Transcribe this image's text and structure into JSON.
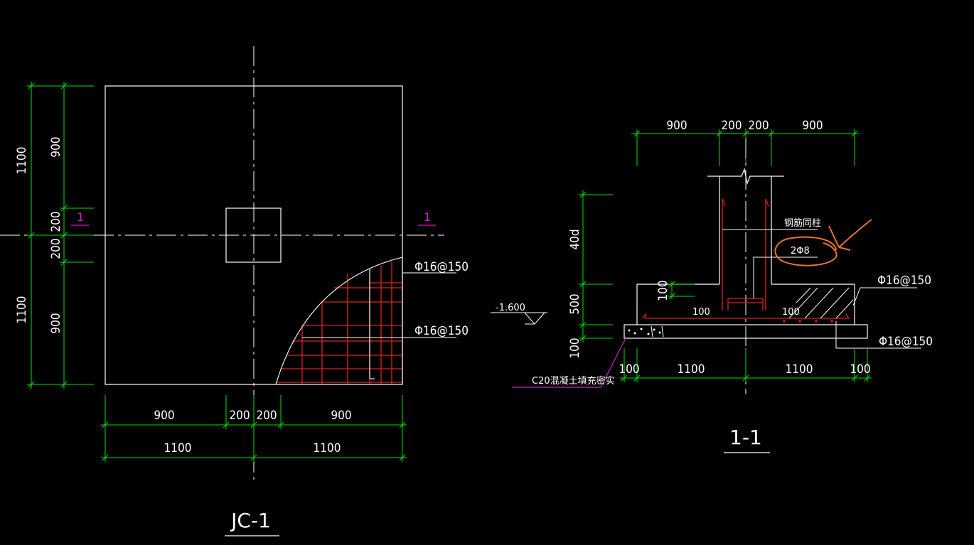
{
  "colors": {
    "background": "#000000",
    "outline": "#ffffff",
    "dimension": "#00e000",
    "rebar": "#e02020",
    "section_mark": "#d020d0",
    "annotation": "#f07030"
  },
  "plan": {
    "title": "JC-1",
    "section_mark_left": "1",
    "section_mark_right": "1",
    "rebar_label_top": "Φ16@150",
    "rebar_label_bottom": "Φ16@150",
    "dims_left_outer_top": "1100",
    "dims_left_outer_bottom": "1100",
    "dims_left_inner": [
      "900",
      "200",
      "200",
      "900"
    ],
    "dims_bottom_inner": [
      "900",
      "200",
      "200",
      "900"
    ],
    "dims_bottom_outer": [
      "1100",
      "1100"
    ]
  },
  "section": {
    "title": "1-1",
    "dims_top": [
      "900",
      "200",
      "200",
      "900"
    ],
    "dims_left": [
      "40d",
      "500",
      "100"
    ],
    "dim_100_inner": "100",
    "hook_left": "100",
    "hook_right": "100",
    "elevation": "-1.600",
    "column_stirrup_label": "钢筋同柱",
    "stirrup_label": "2Φ8",
    "rebar_label_top": "Φ16@150",
    "rebar_label_bottom": "Φ16@150",
    "dims_bottom": [
      "100",
      "1100",
      "1100",
      "100"
    ],
    "cushion_label": "C20混凝土填充密实"
  }
}
